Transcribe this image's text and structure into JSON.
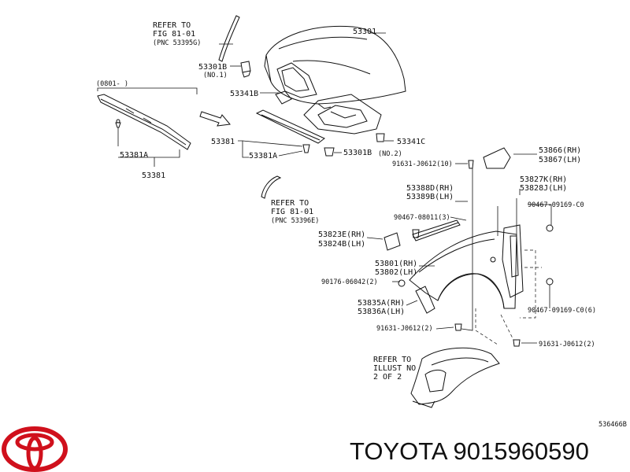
{
  "labels": {
    "refer1_l1": "REFER TO",
    "refer1_l2": "FIG 81-01",
    "refer1_l3": "(PNC 53395G)",
    "p53301": "53301",
    "p53301B_top": "53301B",
    "no1": "(NO.1)",
    "range": "(0801-    )",
    "p53341B": "53341B",
    "p53381_mid": "53381",
    "p53381A_mid": "53381A",
    "p53301B_bot": "53301B",
    "no2": "(NO.2)",
    "p53341C": "53341C",
    "p53381A_left": "53381A",
    "p53381_left": "53381",
    "b91631_10": "91631-J0612(10)",
    "p53866": "53866(RH)",
    "p53867": "53867(LH)",
    "refer2_l1": "REFER TO",
    "refer2_l2": "FIG 81-01",
    "refer2_l3": "(PNC 53396E)",
    "p53388D": "53388D(RH)",
    "p53389B": "53389B(LH)",
    "c90467_3": "90467-08011(3)",
    "p53827K": "53827K(RH)",
    "p53828J": "53828J(LH)",
    "c90467_C0": "90467-09169-C0",
    "p53823E": "53823E(RH)",
    "p53824B": "53824B(LH)",
    "p53801": "53801(RH)",
    "p53802": "53802(LH)",
    "c90176": "90176-06042(2)",
    "p53835A": "53835A(RH)",
    "p53836A": "53836A(LH)",
    "c90467_C0_6": "90467-09169-C0(6)",
    "b91631_2a": "91631-J0612(2)",
    "b91631_2b": "91631-J0612(2)",
    "refer3_l1": "REFER TO",
    "refer3_l2": "ILLUST NO",
    "refer3_l3": "2 OF 2",
    "drawing_no": "536466B"
  },
  "footer": {
    "brand_text": "TOYOTA 9015960590"
  },
  "colors": {
    "line": "#111111",
    "logo_red": "#d0101c"
  }
}
